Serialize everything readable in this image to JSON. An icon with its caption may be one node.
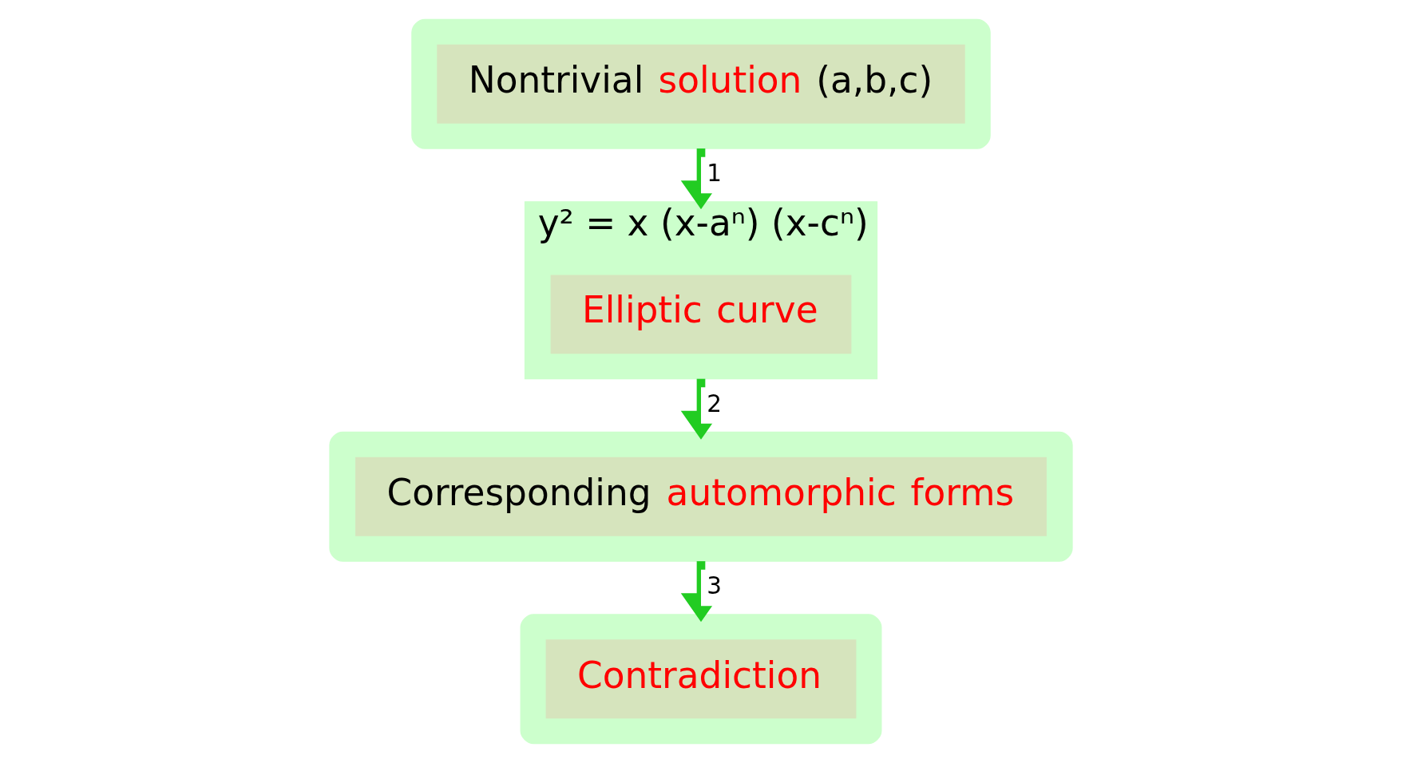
{
  "diagram": {
    "nodes": [
      {
        "text": [],
        "shape": "box"
      },
      {
        "text": [
          "Nontrivial solution (a,b,c)"
        ],
        "in": 0
      },
      {
        "text": [
          "y² = x (x-aⁿ) (x-cⁿ)"
        ]
      },
      {
        "text": [
          "Elliptic curve"
        ],
        "in": 2
      },
      {
        "text": [],
        "shape": "box"
      },
      {
        "text": [
          "Corresponding automorphic forms"
        ],
        "in": 4
      },
      {
        "text": [],
        "shape": "box"
      },
      {
        "text": [
          "Contradiction"
        ],
        "in": 6
      }
    ],
    "edges": [
      {
        "from": 0,
        "to": 2,
        "arrow": "to",
        "label": "1"
      },
      {
        "from": 2,
        "to": 4,
        "arrow": "to",
        "label": "2"
      },
      {
        "from": 4,
        "to": 6,
        "arrow": "to",
        "label": "3"
      }
    ]
  }
}
